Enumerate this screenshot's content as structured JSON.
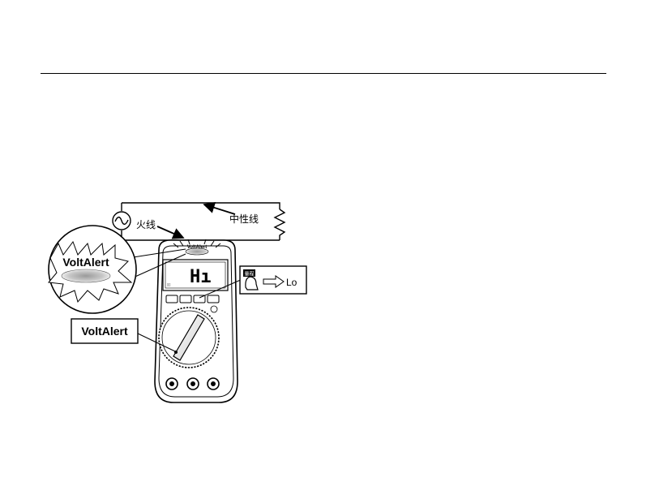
{
  "diagram": {
    "live_label": "火线",
    "neutral_label": "中性线",
    "voltalert_bubble_text": "VoltAlert",
    "voltalert_box_text": "VoltAlert",
    "meter_brand_text": "VoltAlert",
    "display_reading": "Hı",
    "button_label": "量程",
    "result_label": "Lo"
  }
}
